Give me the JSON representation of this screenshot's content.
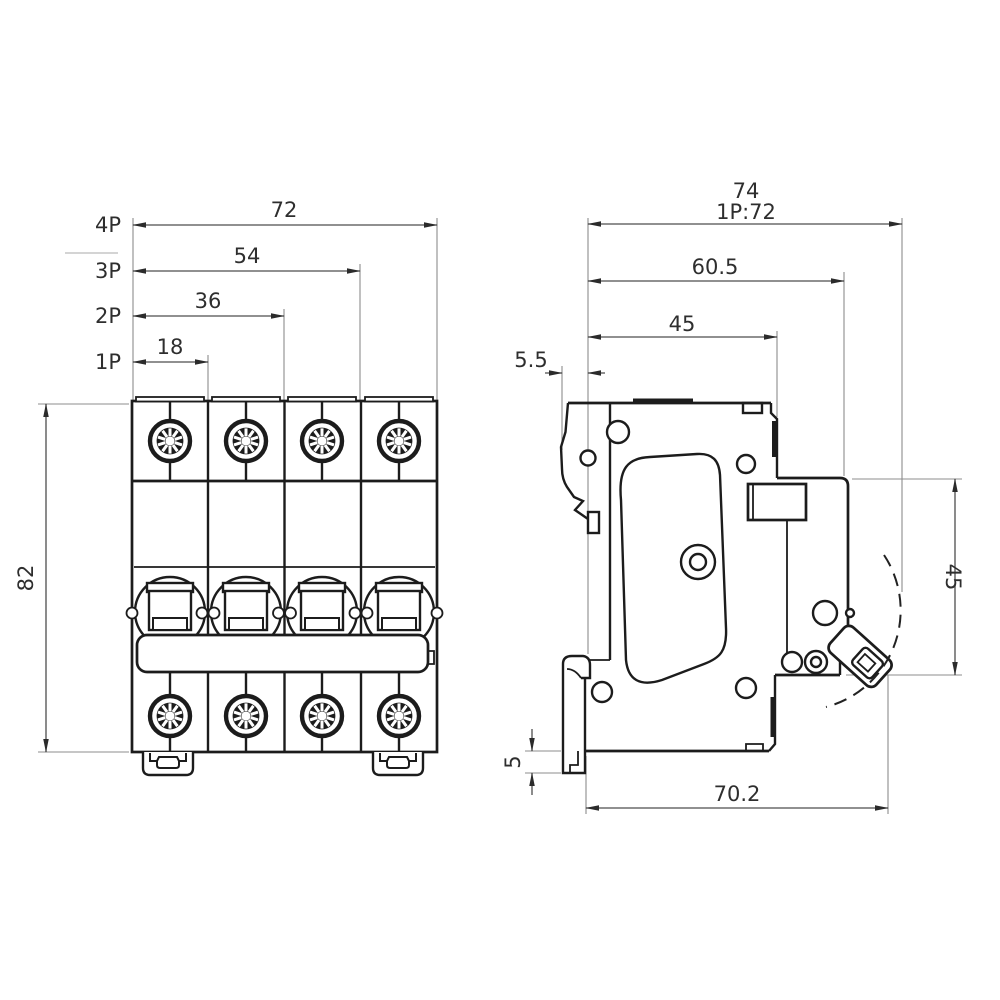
{
  "front_view": {
    "pole_dims": [
      {
        "pole": "4P",
        "width": "72"
      },
      {
        "pole": "3P",
        "width": "54"
      },
      {
        "pole": "2P",
        "width": "36"
      },
      {
        "pole": "1P",
        "width": "18"
      }
    ],
    "height_dim": "82"
  },
  "side_view": {
    "overall_depth_dim": "74",
    "single_pole_note": "1P:72",
    "depth_no_handle_dim": "60.5",
    "body_depth_dim": "45",
    "rail_offset_dim": "5.5",
    "front_face_height_dim": "45",
    "clip_extension_dim": "5",
    "mounting_depth_dim": "70.2"
  },
  "colors": {
    "line": "#1c1c1c",
    "dimension": "#4d4d4d",
    "extension": "#8c8c8c",
    "background": "#ffffff"
  }
}
